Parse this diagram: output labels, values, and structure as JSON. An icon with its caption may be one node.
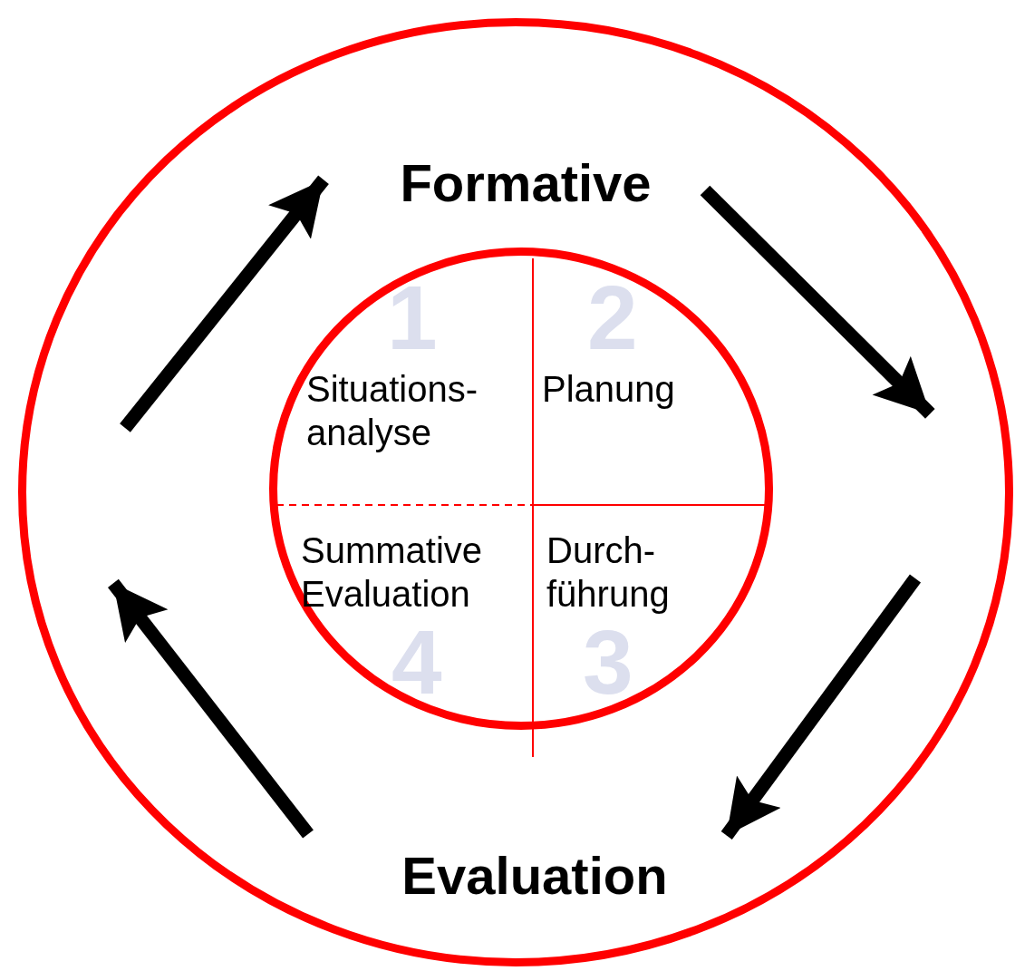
{
  "diagram": {
    "nodes": [
      {
        "text": [
          "Formative",
          "Evaluation"
        ]
      },
      {
        "text": [],
        "shape": "circle",
        "in": 0
      },
      {
        "text": [
          "1",
          "Situations- analyse"
        ],
        "in": 1
      },
      {
        "text": [
          "2",
          "Planung"
        ],
        "in": 1
      },
      {
        "text": [
          "Summative Evaluation",
          "4"
        ],
        "in": 1
      },
      {
        "text": [
          "Durch- führung",
          "3"
        ],
        "in": 1
      }
    ]
  }
}
